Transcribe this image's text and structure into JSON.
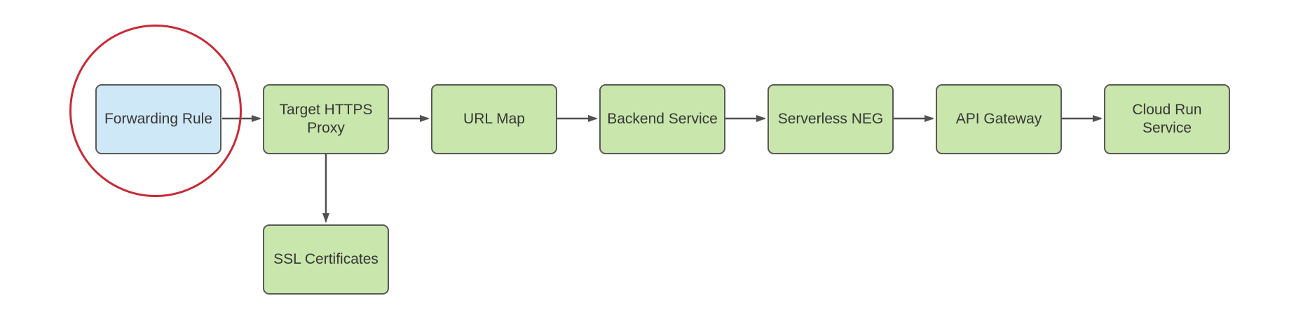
{
  "diagram": {
    "background": "#ffffff",
    "nodes": [
      {
        "id": "forwarding-rule",
        "label": "Forwarding Rule",
        "fill": "#cfe8f7",
        "highlighted": true
      },
      {
        "id": "target-https-proxy",
        "label": "Target HTTPS\nProxy",
        "fill": "#c9e6ac",
        "highlighted": false
      },
      {
        "id": "url-map",
        "label": "URL Map",
        "fill": "#c9e6ac",
        "highlighted": false
      },
      {
        "id": "backend-service",
        "label": "Backend Service",
        "fill": "#c9e6ac",
        "highlighted": false
      },
      {
        "id": "serverless-neg",
        "label": "Serverless NEG",
        "fill": "#c9e6ac",
        "highlighted": false
      },
      {
        "id": "api-gateway",
        "label": "API Gateway",
        "fill": "#c9e6ac",
        "highlighted": false
      },
      {
        "id": "cloud-run-service",
        "label": "Cloud Run\nService",
        "fill": "#c9e6ac",
        "highlighted": false
      },
      {
        "id": "ssl-certificates",
        "label": "SSL Certificates",
        "fill": "#c9e6ac",
        "highlighted": false
      }
    ],
    "edges": [
      {
        "from": "forwarding-rule",
        "to": "target-https-proxy"
      },
      {
        "from": "target-https-proxy",
        "to": "url-map"
      },
      {
        "from": "url-map",
        "to": "backend-service"
      },
      {
        "from": "backend-service",
        "to": "serverless-neg"
      },
      {
        "from": "serverless-neg",
        "to": "api-gateway"
      },
      {
        "from": "api-gateway",
        "to": "cloud-run-service"
      },
      {
        "from": "target-https-proxy",
        "to": "ssl-certificates"
      }
    ],
    "annotation": {
      "shape": "ellipse",
      "around": "forwarding-rule",
      "color": "#c72a35"
    },
    "colors": {
      "node_fill_green": "#c9e6ac",
      "node_fill_blue": "#cfe8f7",
      "node_border": "#595959",
      "node_text": "#363636",
      "connector": "#505050",
      "highlight": "#c72a35"
    }
  }
}
